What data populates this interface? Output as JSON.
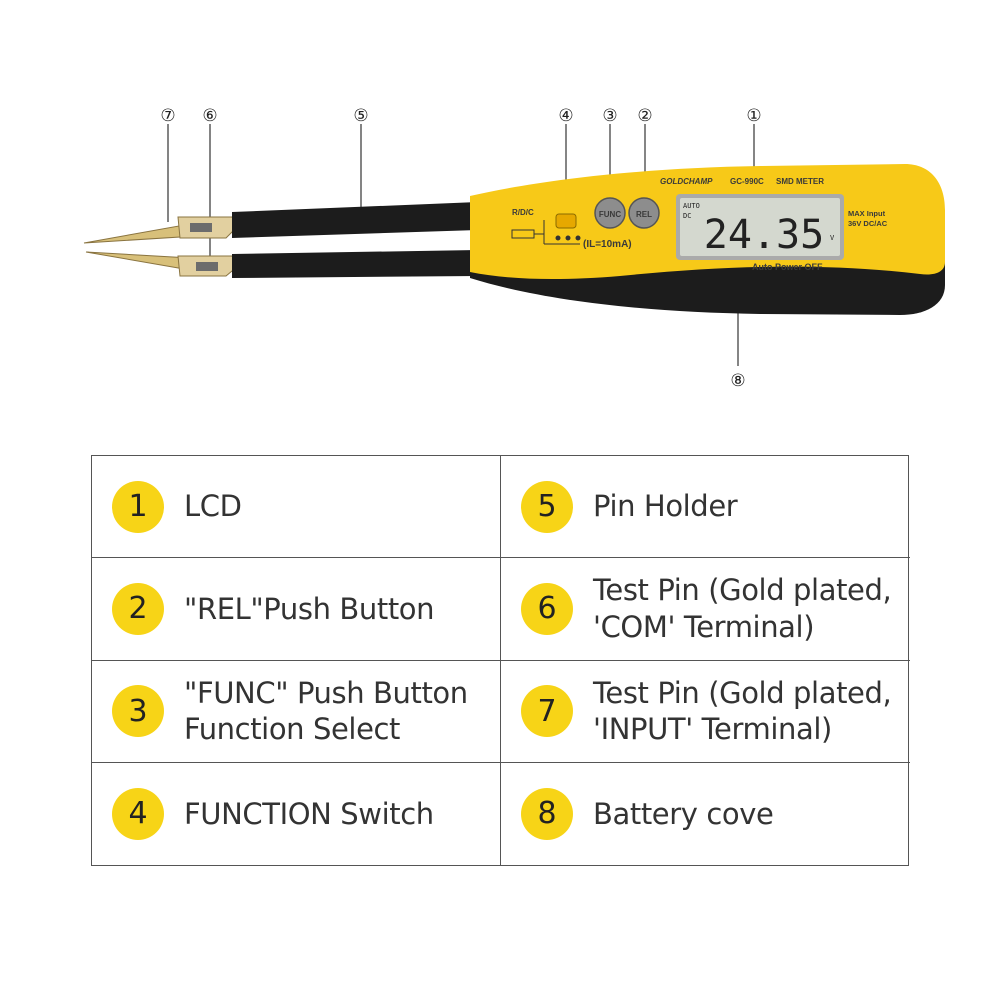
{
  "device": {
    "brand": "GOLDCHAMP",
    "model": "GC-990C",
    "product": "SMD METER",
    "lcd_reading": "24.35",
    "lcd_mode_1": "AUTO",
    "lcd_mode_2": "DC",
    "lcd_unit": "V",
    "max_input_1": "MAX Input",
    "max_input_2": "36V DC/AC",
    "auto_power": "Auto Power OFF",
    "func_button": "FUNC",
    "rel_button": "REL",
    "switch_label": "R/D/C",
    "current_label": "(IL=10mA)",
    "colors": {
      "body": "#f7c918",
      "grip": "#1c1c1c",
      "lcd": "#d4d8cf",
      "button": "#8d8d8d",
      "tip": "#d8c07a"
    }
  },
  "callouts": [
    {
      "id": "1",
      "label": "①"
    },
    {
      "id": "2",
      "label": "②"
    },
    {
      "id": "3",
      "label": "③"
    },
    {
      "id": "4",
      "label": "④"
    },
    {
      "id": "5",
      "label": "⑤"
    },
    {
      "id": "6",
      "label": "⑥"
    },
    {
      "id": "7",
      "label": "⑦"
    },
    {
      "id": "8",
      "label": "⑧"
    }
  ],
  "legend": {
    "accent": "#f7d417",
    "items": [
      {
        "num": "1",
        "text": "LCD"
      },
      {
        "num": "5",
        "text": "Pin Holder"
      },
      {
        "num": "2",
        "text": "\"REL\"Push Button"
      },
      {
        "num": "6",
        "text": "Test Pin (Gold plated,\n'COM' Terminal)"
      },
      {
        "num": "3",
        "text": "\"FUNC\" Push Button\nFunction Select"
      },
      {
        "num": "7",
        "text": "Test Pin (Gold plated,\n'INPUT' Terminal)"
      },
      {
        "num": "4",
        "text": "FUNCTION Switch"
      },
      {
        "num": "8",
        "text": "Battery cove"
      }
    ]
  }
}
